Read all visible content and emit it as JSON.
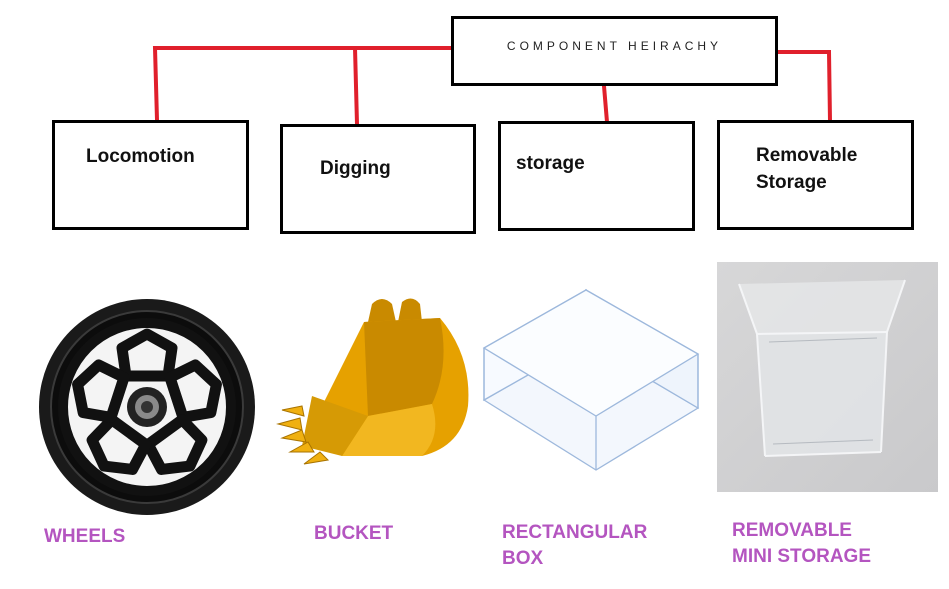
{
  "root": {
    "label": "COMPONENT HEIRACHY"
  },
  "children": [
    {
      "label": "Locomotion"
    },
    {
      "label": "Digging"
    },
    {
      "label": "storage"
    },
    {
      "label_lines": [
        "Removable",
        "Storage"
      ]
    }
  ],
  "images": [
    {
      "icon": "wheel-image",
      "caption_lines": [
        "WHEELS"
      ]
    },
    {
      "icon": "bucket-image",
      "caption_lines": [
        "BUCKET"
      ]
    },
    {
      "icon": "rectangular-box-image",
      "caption_lines": [
        "RECTANGULAR",
        "BOX"
      ]
    },
    {
      "icon": "removable-storage-photo",
      "caption_lines": [
        "REMOVABLE",
        "MINI STORAGE"
      ]
    }
  ],
  "colors": {
    "connector": "#e0202c",
    "caption": "#b455c0",
    "bucket": "#e6a100",
    "box_outline": "#9db8dc"
  }
}
